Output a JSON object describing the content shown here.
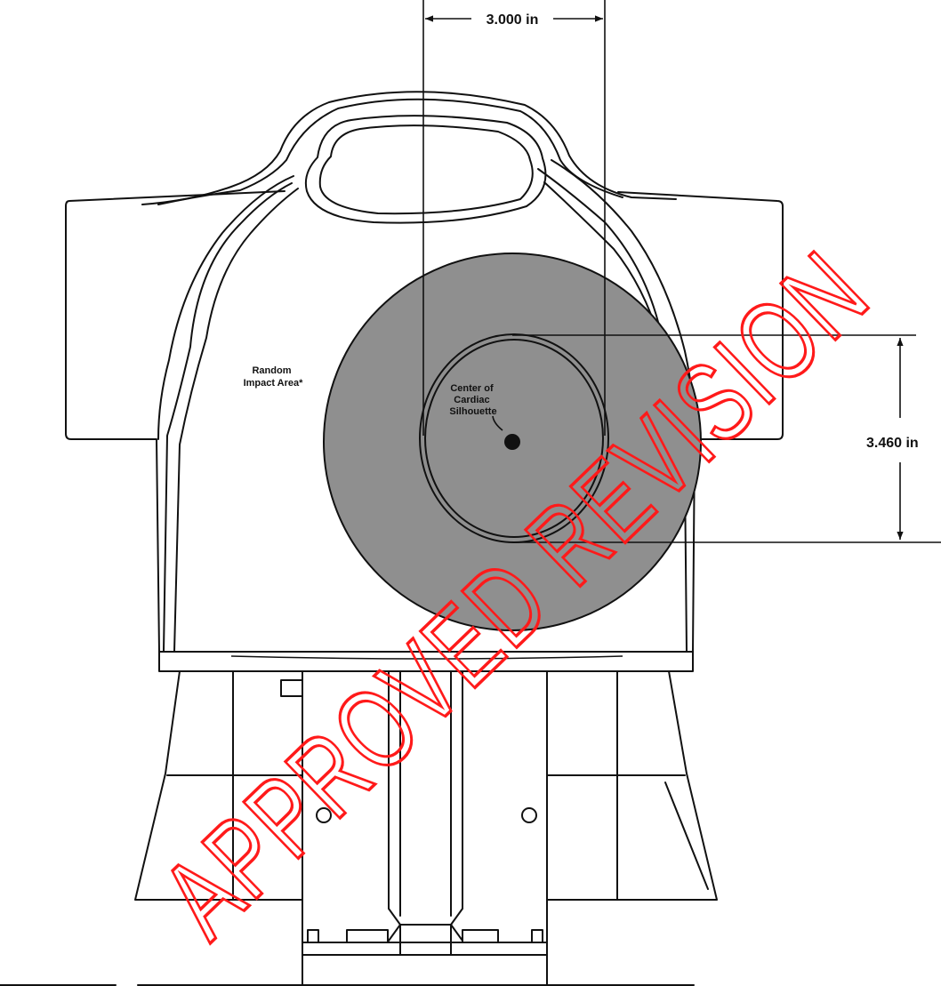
{
  "dimensions": {
    "horizontal": "3.000 in",
    "vertical": "3.460 in"
  },
  "labels": {
    "impact_area": [
      "Random",
      "Impact Area*"
    ],
    "center": [
      "Center of",
      "Cardiac",
      "Silhouette"
    ]
  },
  "watermark": {
    "text": "APPROVED REVISION",
    "color": "#ff1a1a"
  },
  "colors": {
    "impact_area_fill": "#8f8f8f",
    "line": "#111111"
  }
}
